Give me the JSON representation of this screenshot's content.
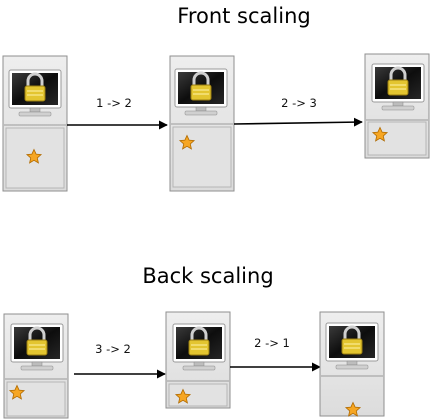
{
  "rows": [
    {
      "title": "Front scaling",
      "steps": [
        {
          "label": "1 -> 2"
        },
        {
          "label": "2 -> 3"
        }
      ]
    },
    {
      "title": "Back scaling",
      "steps": [
        {
          "label": "3 -> 2"
        },
        {
          "label": "2 -> 1"
        }
      ]
    }
  ],
  "colors": {
    "panel_fill": "#e6e6e6",
    "panel_border": "#8f8f8f",
    "monitor_bezel": "#1f1f1f",
    "monitor_frame": "#ffffff",
    "lock_body": "#e3c530",
    "star": "#f6a623",
    "arrow": "#000000"
  },
  "icons": {
    "screen": "lock-monitor-icon",
    "favorite": "star-icon",
    "arrow": "right-arrow"
  }
}
